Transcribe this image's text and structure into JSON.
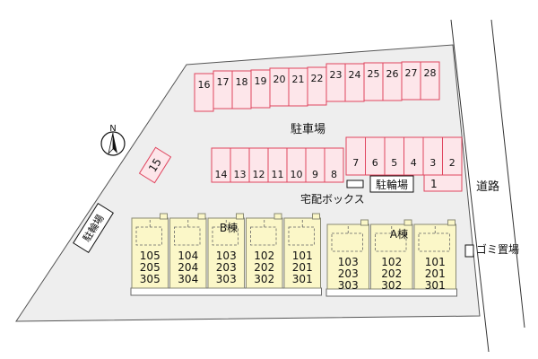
{
  "parking_label": "駐車場",
  "road_label": "道路",
  "delivery_box_label": "宅配ボックス",
  "bike_parking_label": "駐輪場",
  "bike_parking_left_label": "駐輪場",
  "garbage_label": "ゴミ置場",
  "compass_label": "N",
  "building_b": {
    "name": "B棟",
    "units": [
      [
        "105",
        "205",
        "305"
      ],
      [
        "104",
        "204",
        "304"
      ],
      [
        "103",
        "203",
        "303"
      ],
      [
        "102",
        "202",
        "302"
      ],
      [
        "101",
        "201",
        "301"
      ]
    ]
  },
  "building_a": {
    "name": "A棟",
    "units": [
      [
        "103",
        "203",
        "303"
      ],
      [
        "102",
        "202",
        "302"
      ],
      [
        "101",
        "201",
        "301"
      ]
    ]
  },
  "parking_top_row": [
    "16",
    "17",
    "18",
    "19",
    "20",
    "21",
    "22",
    "23",
    "24",
    "25",
    "26",
    "27",
    "28"
  ],
  "parking_mid_left": [
    "14",
    "13",
    "12",
    "11",
    "10",
    "9",
    "8"
  ],
  "parking_mid_right": [
    "7",
    "6",
    "5",
    "4",
    "3",
    "2"
  ],
  "parking_slot_1": "1",
  "parking_slot_15": "15"
}
